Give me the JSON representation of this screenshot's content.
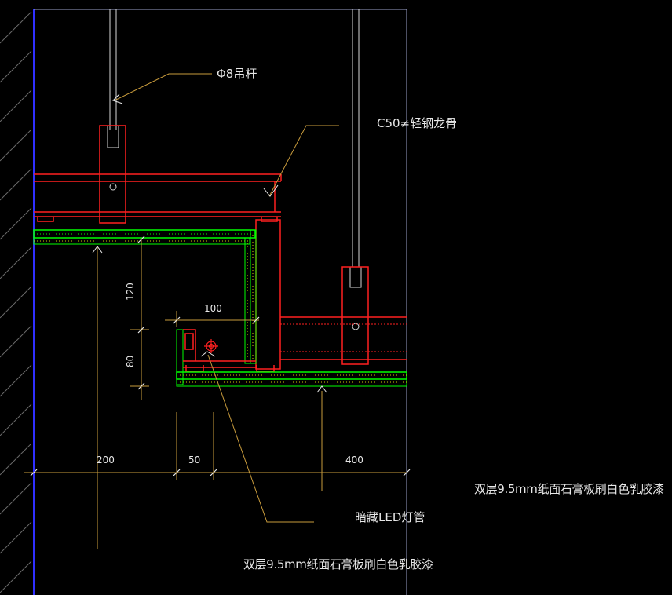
{
  "annotations": {
    "rod": "Φ8吊杆",
    "keel": "C50≠轻钢龙骨",
    "board_right": "双层9.5mm纸面石膏板刷白色乳胶漆",
    "led": "暗藏LED灯管",
    "board_bottom": "双层9.5mm纸面石膏板刷白色乳胶漆"
  },
  "dimensions": {
    "d120": "120",
    "d100": "100",
    "d80": "80",
    "d200": "200",
    "d50": "50",
    "d400": "400"
  },
  "colors": {
    "background": "#000000",
    "structure": "#ff2020",
    "board": "#00ff00",
    "leader": "#c89b3c",
    "frame": "#ffffff",
    "wall": "#3030ff"
  }
}
